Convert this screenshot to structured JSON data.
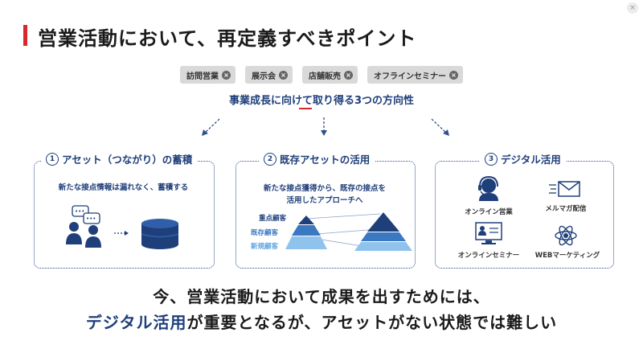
{
  "window": {
    "close_glyph": "×"
  },
  "title": "営業活動において、再定義すべきポイント",
  "tags": [
    {
      "label": "訪問営業"
    },
    {
      "label": "展示会"
    },
    {
      "label": "店舗販売"
    },
    {
      "label": "オフラインセミナー"
    }
  ],
  "tag_remove_glyph": "×",
  "subhead": "事業成長に向けて取り得る3つの方向性",
  "cards": [
    {
      "num": "1",
      "title": "アセット（つながり）の蓄積",
      "desc": "新たな接点情報は漏れなく、蓄積する"
    },
    {
      "num": "2",
      "title": "既存アセットの活用",
      "desc_line1": "新たな接点獲得から、既存の接点を",
      "desc_line2": "活用したアプローチへ",
      "pyramid_labels": [
        "重点顧客",
        "既存顧客",
        "新規顧客"
      ]
    },
    {
      "num": "3",
      "title": "デジタル活用",
      "items": [
        "オンライン営業",
        "メルマガ配信",
        "オンラインセミナー",
        "WEBマーケティング"
      ]
    }
  ],
  "bottom": {
    "line1": "今、営業活動において成果を出すためには、",
    "accent": "デジタル活用",
    "line2_rest": "が重要となるが、アセットがない状態では難しい"
  },
  "colors": {
    "accent": "#1f3f7a",
    "red": "#d8282c",
    "tier1": "#1f3f7a",
    "tier2": "#3a78c2",
    "tier3": "#8fc3ee"
  }
}
